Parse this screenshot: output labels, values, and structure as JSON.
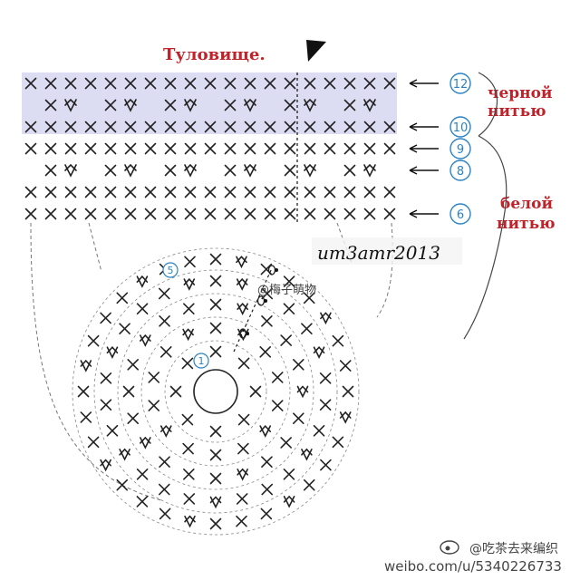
{
  "title": "Туловище.",
  "row_labels": [
    {
      "num": "12",
      "y": 0
    },
    {
      "num": "10",
      "y": 1
    },
    {
      "num": "9",
      "y": 2
    },
    {
      "num": "8",
      "y": 3
    },
    {
      "num": "6",
      "y": 4
    }
  ],
  "side_labels": {
    "black_1": "черной",
    "black_2": "нитью",
    "white_1": "белой",
    "white_2": "нитью"
  },
  "round_start_label": "5",
  "center_label": "1",
  "watermarks": {
    "author": "um3amr2013",
    "weibo_small": "@梅子萌物",
    "weibo_bottom": "@吃茶去来编织",
    "url": "weibo.com/u/5340226733"
  },
  "colors": {
    "red": "#c0222a",
    "blue": "#2a83c4",
    "band": "#dcdcf2",
    "ink": "#222222"
  }
}
